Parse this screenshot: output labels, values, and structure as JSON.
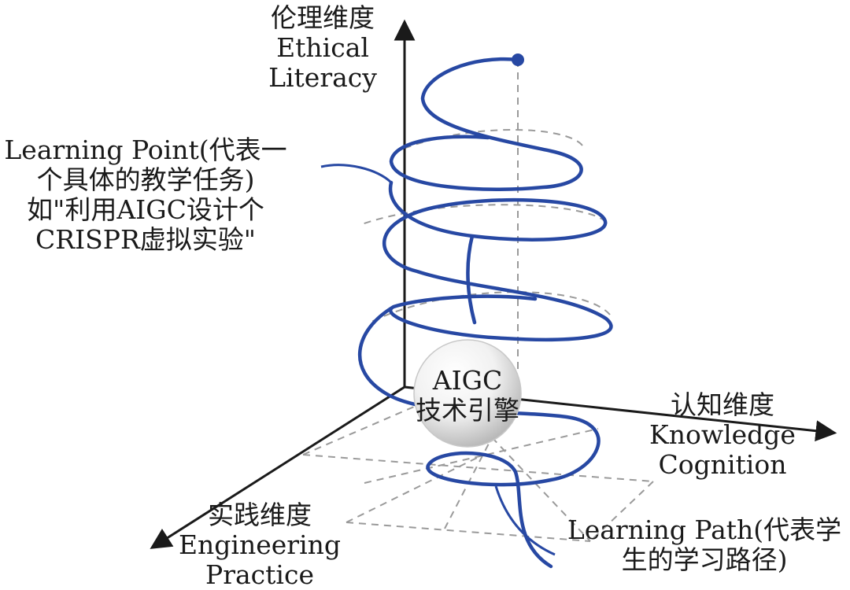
{
  "labels": {
    "ethical": {
      "zh": "伦理维度",
      "en1": "Ethical",
      "en2": "Literacy"
    },
    "knowledge": {
      "zh": "认知维度",
      "en1": "Knowledge",
      "en2": "Cognition"
    },
    "practice": {
      "zh": "实践维度",
      "en1": "Engineering",
      "en2": "Practice"
    },
    "engine": {
      "line1": "AIGC",
      "line2": "技术引擎"
    },
    "learning_point": {
      "line1": "Learning Point(代表一",
      "line2": "个具体的教学任务)",
      "line3": "如\"利用AIGC设计个",
      "line4": "CRISPR虚拟实验\""
    },
    "learning_path": {
      "line1": "Learning Path(代表学",
      "line2": "生的学习路径)"
    }
  },
  "colors": {
    "axis": "#1a1a1a",
    "helix": "#2748a3",
    "guide": "#9a9a9a",
    "sphere": "#e6e6e6"
  }
}
